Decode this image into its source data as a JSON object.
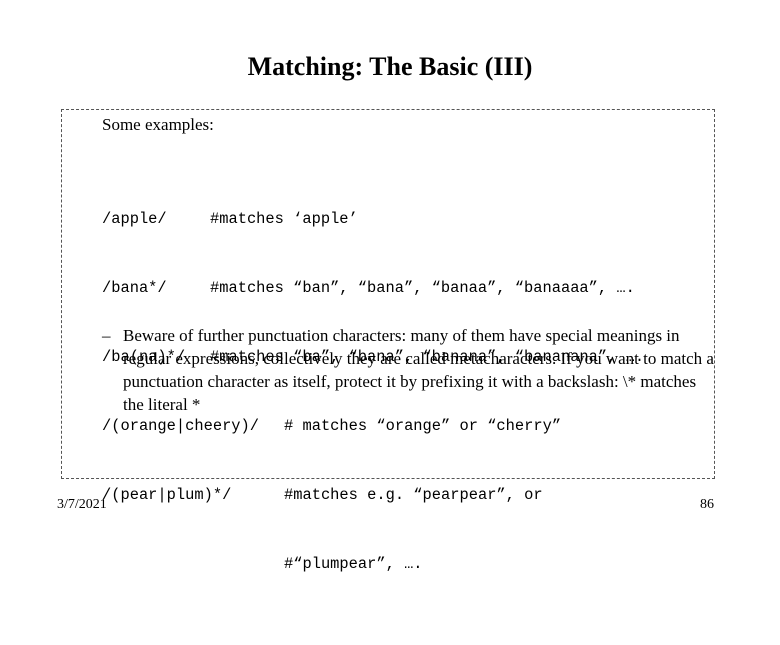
{
  "slide": {
    "title": "Matching: The Basic (III)",
    "intro": "Some examples:",
    "examples": [
      {
        "pattern": "/apple/",
        "description": "#matches ‘apple’"
      },
      {
        "pattern": "/bana*/",
        "description": "#matches “ban”, “bana”, “banaa”, “banaaaa”, …."
      },
      {
        "pattern": "/ba(na)*/",
        "description": "#matches “ba”, “bana”, “banana”, “bananana”, …."
      },
      {
        "pattern": "/(orange|cheery)/",
        "description": "# matches “orange” or “cherry”"
      },
      {
        "pattern": "/(pear|plum)*/",
        "description": "#matches e.g. “pearpear”, or"
      },
      {
        "pattern": "",
        "description": "#“plumpear”, …."
      }
    ],
    "bullet_dash": "–",
    "bullet_text": "Beware of further punctuation characters: many of them have special meanings in regular expressions, collectively they are called metacharacters. If you want to match a punctuation character as itself, protect it by prefixing it with a backslash: \\* matches the literal *",
    "date": "3/7/2021",
    "page_number": "86"
  }
}
